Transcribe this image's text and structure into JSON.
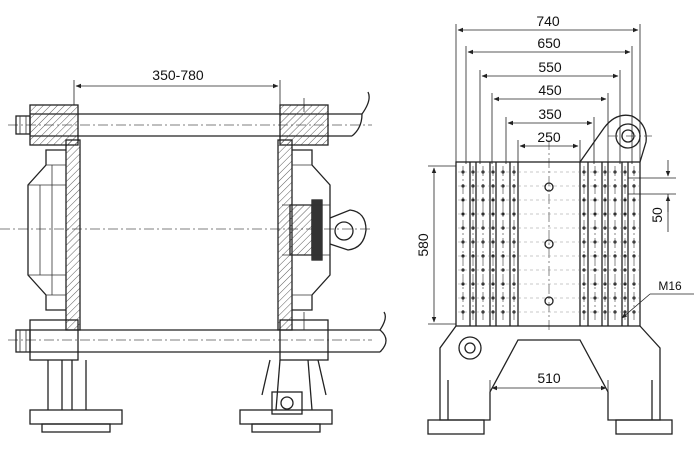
{
  "side_view": {
    "dimension_span": "350-780"
  },
  "front_view": {
    "dim_740": "740",
    "dim_650": "650",
    "dim_550": "550",
    "dim_450": "450",
    "dim_350": "350",
    "dim_250": "250",
    "dim_580": "580",
    "dim_50": "50",
    "dim_510": "510",
    "thread_callout": "M16"
  }
}
